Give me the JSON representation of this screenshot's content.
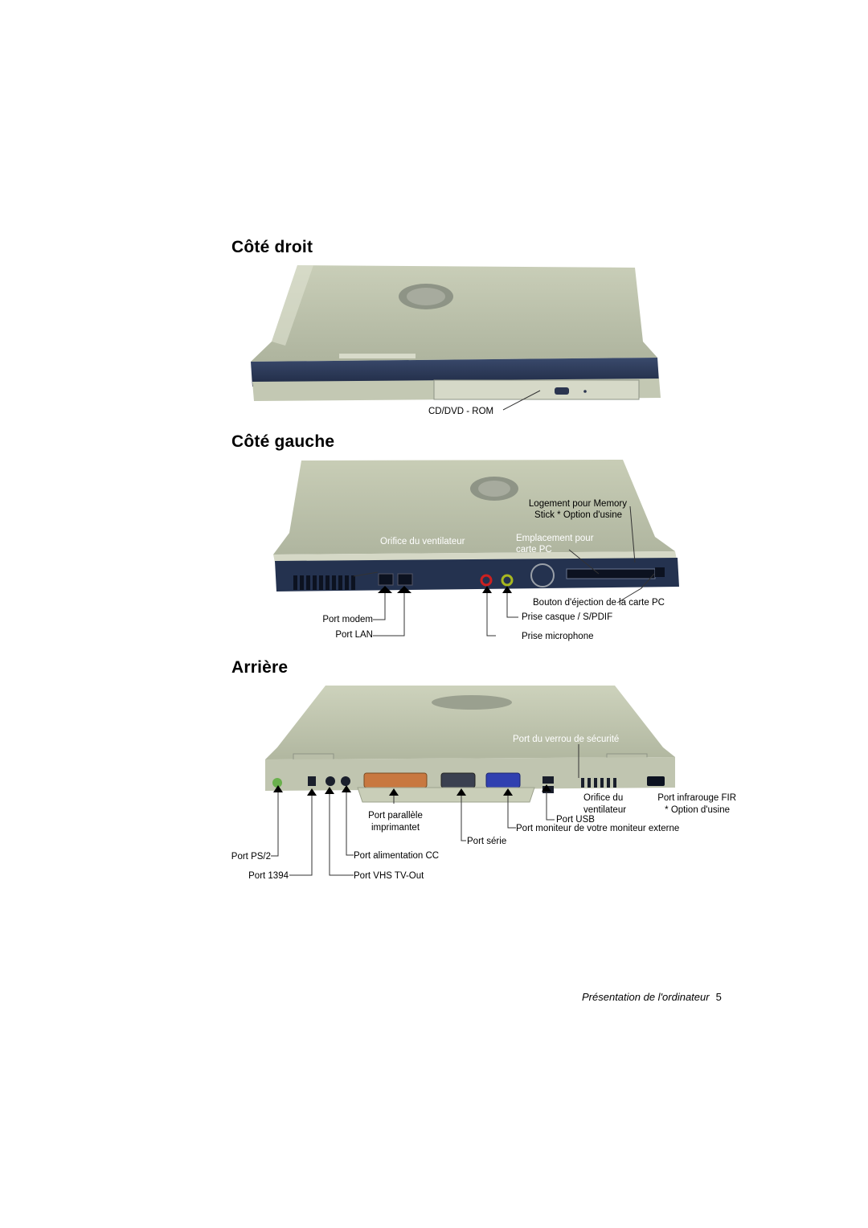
{
  "sections": {
    "right": {
      "title": "Côté droit",
      "labels": {
        "cd": "CD/DVD - ROM"
      }
    },
    "left": {
      "title": "Côté gauche",
      "labels": {
        "memory1": "Logement pour Memory",
        "memory2": "Stick * Option d'usine",
        "fan": "Orifice du ventilateur",
        "pccard1": "Emplacement pour",
        "pccard2": "carte PC",
        "eject": "Bouton d'éjection  de la carte PC",
        "headphone": "Prise casque / S/PDIF",
        "mic": "Prise microphone",
        "modem": "Port modem",
        "lan": "Port LAN"
      }
    },
    "rear": {
      "title": "Arrière",
      "labels": {
        "lock": "Port du verrou de sécurité",
        "fan1": "Orifice du",
        "fan2": "ventilateur",
        "ir1": "Port infrarouge FIR",
        "ir2": "* Option d'usine",
        "usb": "Port USB",
        "parallel1": "Port parallèle",
        "parallel2": "imprimantet",
        "monitor": "Port moniteur de votre moniteur externe",
        "serial": "Port série",
        "ps2": "Port PS/2",
        "dc": "Port alimentation CC",
        "p1394": "Port 1394",
        "tvout": "Port VHS TV-Out"
      }
    }
  },
  "footer": {
    "title": "Présentation de l'ordinateur",
    "page": "5"
  },
  "colors": {
    "lid": "#c4c9b4",
    "lid_shadow": "#9da38e",
    "chassis_dark": "#24324f",
    "port_red": "#cc2020",
    "port_green": "#a8b820",
    "vga_blue": "#3040b0",
    "parallel_orange": "#c87840"
  }
}
